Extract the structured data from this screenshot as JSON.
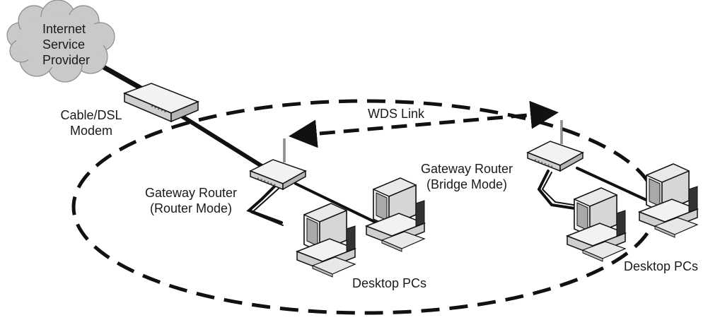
{
  "labels": {
    "isp_line1": "Internet",
    "isp_line2": "Service",
    "isp_line3": "Provider",
    "modem_line1": "Cable/DSL",
    "modem_line2": "Modem",
    "wds_link": "WDS Link",
    "router_left_line1": "Gateway Router",
    "router_left_line2": "(Router Mode)",
    "router_right_line1": "Gateway Router",
    "router_right_line2": "(Bridge Mode)",
    "pcs_left": "Desktop PCs",
    "pcs_right": "Desktop PCs"
  },
  "colors": {
    "cloud_fill": "#c9c9c9",
    "device_fill": "#f2f2f2",
    "device_shade": "#b8b8b8",
    "screen_fill": "#a9a9a9",
    "line": "#111111"
  },
  "icons": [
    "cloud-icon",
    "modem-icon",
    "router-icon",
    "desktop-pc-icon",
    "double-arrow-icon"
  ]
}
